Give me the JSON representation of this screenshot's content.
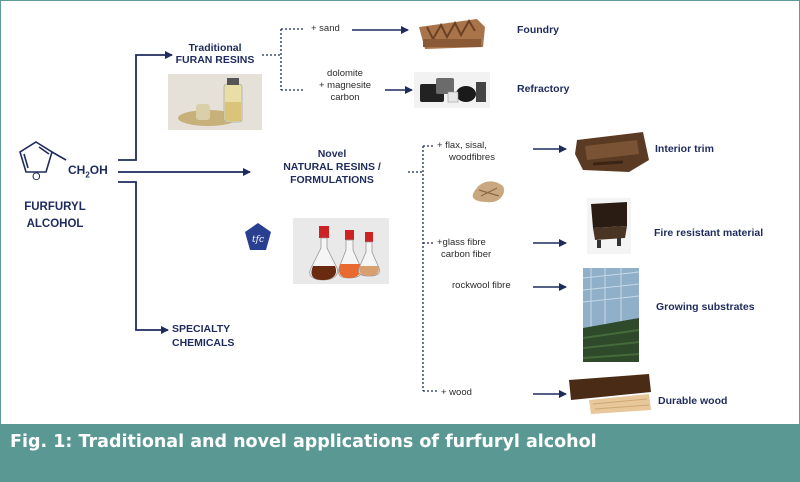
{
  "source": {
    "line1": "FURFURYL",
    "line2": "ALCOHOL",
    "formula_main": "CH",
    "formula_sub": "2",
    "formula_end": "OH",
    "ring_atom": "O"
  },
  "branches": {
    "traditional": {
      "line1": "Traditional",
      "line2": "FURAN RESINS"
    },
    "novel": {
      "line1": "Novel",
      "line2": "NATURAL RESINS /",
      "line3": "FORMULATIONS"
    },
    "specialty": {
      "line1": "SPECIALTY",
      "line2": "CHEMICALS"
    }
  },
  "inputs": {
    "sand": "+ sand",
    "dolomite": {
      "line1": "dolomite",
      "line2": "+ magnesite",
      "line3": "carbon"
    },
    "flax": {
      "line1": "+ flax, sisal,",
      "line2": "woodfibres"
    },
    "glass": {
      "line1": "+glass fibre",
      "line2": "carbon fiber"
    },
    "rockwool": "rockwool fibre",
    "wood": "+ wood"
  },
  "applications": {
    "foundry": "Foundry",
    "refractory": "Refractory",
    "interior": "Interior trim",
    "fire": "Fire resistant material",
    "growing": "Growing substrates",
    "durable": "Durable  wood"
  },
  "logo_text": "tfc",
  "caption": "Fig. 1: Traditional and novel applications of furfuryl alcohol",
  "colors": {
    "arrow": "#1e2b5c",
    "caption_bg": "#5a9894",
    "border": "#5f9a97"
  }
}
